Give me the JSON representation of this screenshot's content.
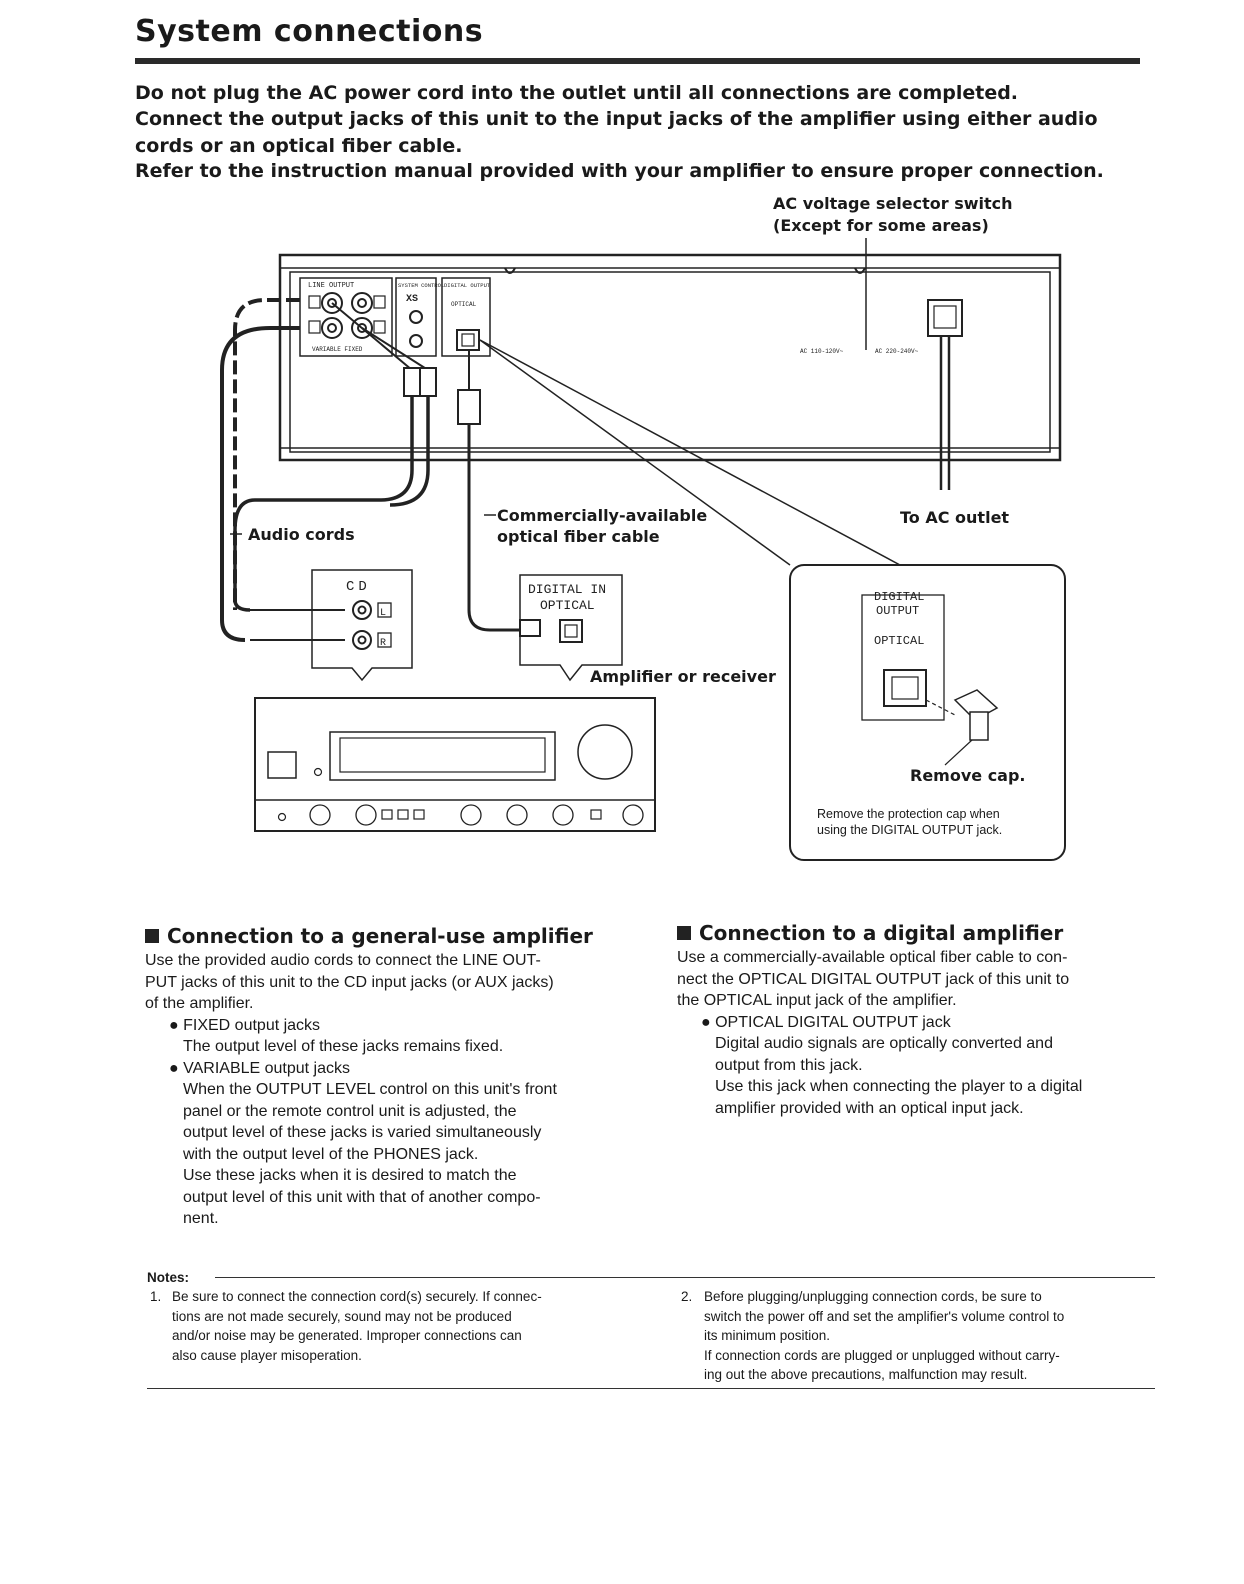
{
  "page": {
    "title": "System connections",
    "intro": [
      "Do not plug the AC power cord into the outlet until all connections are completed.",
      "Connect the output jacks of this unit to the input jacks of the amplifier using either audio",
      "cords or an optical fiber cable.",
      "Refer to the instruction manual provided with your amplifier to ensure proper connection."
    ]
  },
  "diagram": {
    "ac_selector_line1": "AC voltage selector switch",
    "ac_selector_line2": "(Except for some areas)",
    "audio_cords": "Audio cords",
    "optical_cable_line1": "Commercially-available",
    "optical_cable_line2": "optical fiber cable",
    "to_ac_outlet": "To AC outlet",
    "amplifier": "Amplifier or receiver",
    "remove_cap": "Remove cap.",
    "remove_cap_note_line1": "Remove the protection cap when",
    "remove_cap_note_line2": "using the DIGITAL OUTPUT jack.",
    "panel": {
      "line_output": "LINE OUTPUT",
      "system_control": "SYSTEM CONTROL",
      "xs": "XS",
      "digital_output": "DIGITAL OUTPUT",
      "optical": "OPTICAL",
      "variable_fixed": "VARIABLE  FIXED",
      "voltage_left": "AC 110-120V~",
      "voltage_right": "AC 220-240V~"
    },
    "cd_box": {
      "label": "CD",
      "l": "L",
      "r": "R"
    },
    "digital_in_box": {
      "line1": "DIGITAL IN",
      "line2": "OPTICAL"
    },
    "digital_out_box": {
      "line1": "DIGITAL",
      "line2": "OUTPUT",
      "line3": "OPTICAL"
    }
  },
  "section_general": {
    "heading": "Connection to a general-use amplifier",
    "body": [
      "Use the provided audio cords to connect the LINE OUT-",
      "PUT jacks of this unit to the CD input jacks (or AUX jacks)",
      "of the amplifier."
    ],
    "fixed_bullet": "FIXED output jacks",
    "fixed_text": "The output level of these jacks remains fixed.",
    "variable_bullet": "VARIABLE output jacks",
    "variable_text": [
      "When the OUTPUT LEVEL control on this unit's front",
      "panel or the remote control unit is adjusted, the",
      "output level of these jacks is varied simultaneously",
      "with the output level of the PHONES jack.",
      "Use these jacks when it is desired to match the",
      "output level of this unit with that of another compo-",
      "nent."
    ]
  },
  "section_digital": {
    "heading": "Connection to a digital amplifier",
    "body": [
      "Use a commercially-available optical fiber cable to con-",
      "nect the OPTICAL DIGITAL OUTPUT jack of this unit to",
      "the OPTICAL input jack of the amplifier."
    ],
    "bullet": "OPTICAL DIGITAL OUTPUT jack",
    "text": [
      "Digital audio signals are optically converted and",
      "output from this jack.",
      "Use this jack when connecting the player to a digital",
      "amplifier provided with an optical input jack."
    ]
  },
  "notes": {
    "label": "Notes:",
    "note1_number": "1.",
    "note1": [
      "Be sure to connect the connection cord(s) securely. If connec-",
      "tions are not made securely, sound may not be produced",
      "and/or noise may be generated. Improper connections can",
      "also cause player misoperation."
    ],
    "note2_number": "2.",
    "note2": [
      "Before plugging/unplugging connection cords, be sure to",
      "switch the power off and set the amplifier's volume control to",
      "its minimum position.",
      "If connection cords are plugged or unplugged without carry-",
      "ing out the above precautions, malfunction may result."
    ]
  }
}
